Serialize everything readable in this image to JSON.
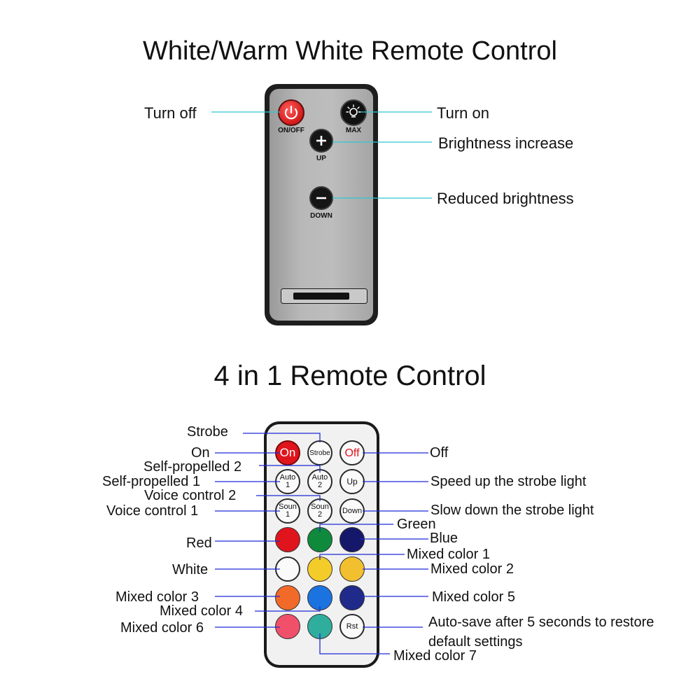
{
  "remote1": {
    "title": "White/Warm White Remote Control",
    "buttons": {
      "onoff": "ON/OFF",
      "max": "MAX",
      "up": "UP",
      "down": "DOWN"
    },
    "labels": {
      "turn_off": "Turn off",
      "turn_on": "Turn on",
      "brightness_increase": "Brightness increase",
      "reduced_brightness": "Reduced brightness"
    }
  },
  "remote2": {
    "title": "4 in 1 Remote Control",
    "buttons": {
      "on": "On",
      "strobe": "Strobe",
      "off": "Off",
      "auto1": "Auto 1",
      "auto2": "Auto 2",
      "up": "Up",
      "soun1": "Soun 1",
      "soun2": "Soun 2",
      "down": "Down",
      "rst": "Rst"
    },
    "labels": {
      "strobe": "Strobe",
      "on": "On",
      "off": "Off",
      "self_propelled_2": "Self-propelled 2",
      "self_propelled_1": "Self-propelled 1",
      "speed_up": "Speed up the strobe light",
      "voice_control_2": "Voice control 2",
      "voice_control_1": "Voice control 1",
      "slow_down": "Slow down the strobe light",
      "green": "Green",
      "red": "Red",
      "blue": "Blue",
      "mixed_color_1": "Mixed color 1",
      "white": "White",
      "mixed_color_2": "Mixed color 2",
      "mixed_color_3": "Mixed color 3",
      "mixed_color_5": "Mixed color 5",
      "mixed_color_4": "Mixed color 4",
      "mixed_color_6": "Mixed color 6",
      "auto_save_line1": "Auto-save after 5 seconds to restore",
      "auto_save_line2": "default settings",
      "mixed_color_7": "Mixed color 7"
    },
    "colors": {
      "red": "#e0141c",
      "green": "#0f8a3c",
      "blue": "#15186a",
      "white": "#f7f7f7",
      "yellow": "#f4cc2a",
      "amber": "#f2bf2f",
      "orange": "#f26a2a",
      "light_blue": "#1b73e0",
      "navy": "#1f2a8a",
      "pink": "#f0506a",
      "teal": "#2fae9e"
    }
  },
  "line_colors": {
    "cyan": "#2bc7d4",
    "blue": "#1d2bd6"
  }
}
